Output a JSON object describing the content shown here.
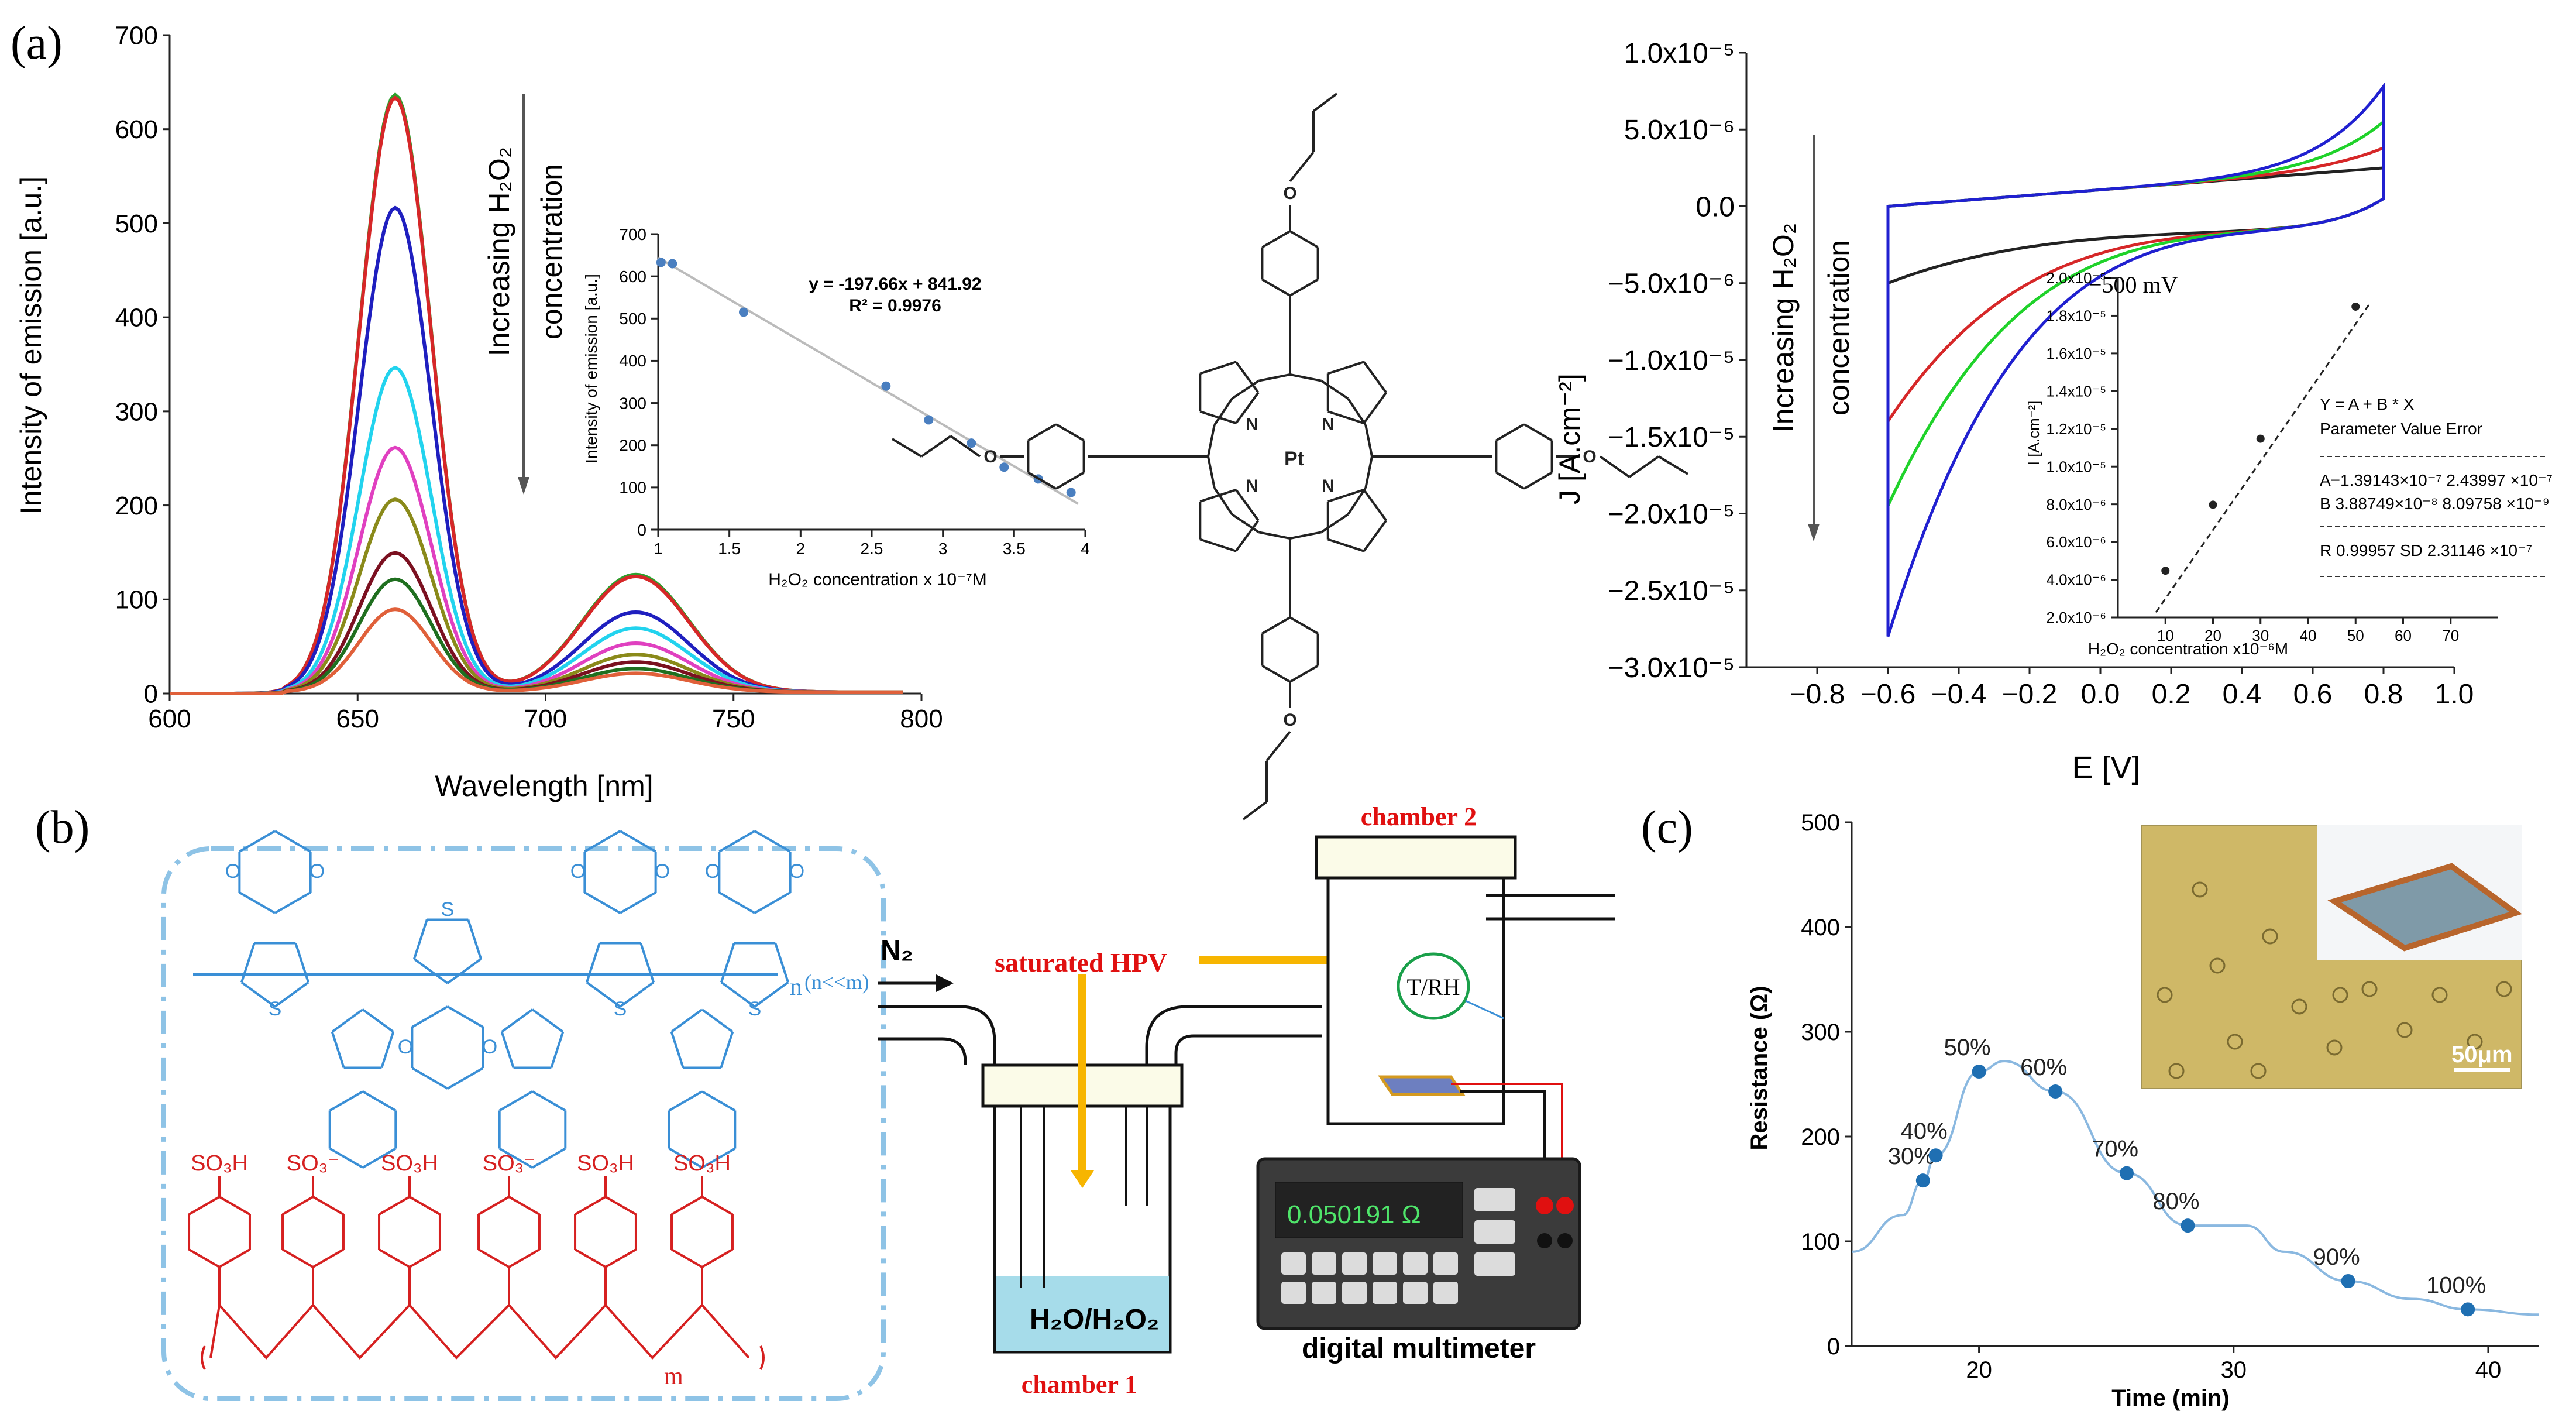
{
  "panel_labels": {
    "a": "(a)",
    "b": "(b)",
    "c": "(c)"
  },
  "colors": {
    "spectra": [
      "#2ca02c",
      "#d62728",
      "#1f1fbf",
      "#22d3ee",
      "#e040c0",
      "#8a8a1a",
      "#7b1020",
      "#1f6f1f",
      "#e0603a"
    ],
    "pedot": "#3a8fd6",
    "pss": "#d62020",
    "arrow": "#f7b500",
    "label_red": "#e01010",
    "cv": [
      "#222222",
      "#d62728",
      "#1fd22a",
      "#2020d0"
    ],
    "c_line": "#8ab8e0",
    "c_point": "#1f6fb2"
  },
  "chart_data": [
    {
      "type": "line",
      "id": "emission",
      "xlabel": "Wavelength [nm]",
      "ylabel": "Intensity of emission [a.u.]",
      "xlim": [
        600,
        800
      ],
      "ylim": [
        0,
        700
      ],
      "x_ticks": [
        "600",
        "650",
        "700",
        "750",
        "800"
      ],
      "y_ticks": [
        "0",
        "100",
        "200",
        "300",
        "400",
        "500",
        "600",
        "700"
      ],
      "annotation": {
        "main": "Increasing H₂O₂",
        "sub": "concentration"
      },
      "peaks": [
        {
          "peak1": 635,
          "peak2": 125
        },
        {
          "peak1": 632,
          "peak2": 123
        },
        {
          "peak1": 515,
          "peak2": 85
        },
        {
          "peak1": 345,
          "peak2": 68
        },
        {
          "peak1": 260,
          "peak2": 52
        },
        {
          "peak1": 205,
          "peak2": 40
        },
        {
          "peak1": 148,
          "peak2": 32
        },
        {
          "peak1": 120,
          "peak2": 25
        },
        {
          "peak1": 88,
          "peak2": 20
        }
      ]
    },
    {
      "type": "scatter",
      "id": "emission_inset",
      "xlabel": "H₂O₂ concentration x 10⁻⁷M",
      "ylabel": "Intensity of emission [a.u.]",
      "xlim": [
        1,
        4
      ],
      "ylim": [
        0,
        700
      ],
      "x_ticks": [
        "1",
        "1.5",
        "2",
        "2.5",
        "3",
        "3.5",
        "4"
      ],
      "y_ticks": [
        "0",
        "100",
        "200",
        "300",
        "400",
        "500",
        "600",
        "700"
      ],
      "equation": "y = -197.66x + 841.92",
      "r2": "R² = 0.9976",
      "x": [
        1.02,
        1.1,
        1.6,
        2.6,
        2.9,
        3.2,
        3.43,
        3.67,
        3.9
      ],
      "y": [
        633,
        630,
        515,
        340,
        260,
        205,
        148,
        120,
        88
      ]
    },
    {
      "type": "line",
      "id": "cv",
      "xlabel": "E [V]",
      "ylabel": "J [A.cm⁻²]",
      "xlim": [
        -1.0,
        1.0
      ],
      "ylim": [
        -3e-05,
        1e-05
      ],
      "x_ticks": [
        "−0.8",
        "−0.6",
        "−0.4",
        "−0.2",
        "0.0",
        "0.2",
        "0.4",
        "0.6",
        "0.8",
        "1.0"
      ],
      "y_ticks": [
        "1.0x10⁻⁵",
        "5.0x10⁻⁶",
        "0.0",
        "−5.0x10⁻⁶",
        "−1.0x10⁻⁵",
        "−1.5x10⁻⁵",
        "−2.0x10⁻⁵",
        "−2.5x10⁻⁵",
        "−3.0x10⁻⁵"
      ],
      "annotation": {
        "main": "Increasing H₂O₂",
        "sub": "concentration"
      }
    },
    {
      "type": "scatter",
      "id": "cv_inset",
      "title": "−500 mV",
      "xlabel": "H₂O₂ concentration x10⁻⁶M",
      "ylabel": "I [A.cm⁻²]",
      "x_ticks": [
        "10",
        "20",
        "30",
        "40",
        "50",
        "60",
        "70"
      ],
      "y_ticks": [
        "2.0x10⁻⁵",
        "1.8x10⁻⁵",
        "1.6x10⁻⁵",
        "1.4x10⁻⁵",
        "1.2x10⁻⁵",
        "1.0x10⁻⁵",
        "8.0x10⁻⁶",
        "6.0x10⁻⁶",
        "4.0x10⁻⁶",
        "2.0x10⁻⁶"
      ],
      "x": [
        10,
        20,
        30,
        50
      ],
      "fit_table": {
        "model": "Y = A + B * X",
        "header": "Parameter  Value   Error",
        "row_a": "A−1.39143×10⁻⁷ 2.43997 ×10⁻⁷",
        "row_b": "B  3.88749×10⁻⁸ 8.09758 ×10⁻⁹",
        "row_r": "R  0.99957   SD  2.31146 ×10⁻⁷"
      }
    },
    {
      "type": "line",
      "id": "resistance",
      "xlabel": "Time (min)",
      "ylabel": "Resistance (Ω)",
      "xlim": [
        15,
        42
      ],
      "ylim": [
        0,
        500
      ],
      "x_ticks": [
        "20",
        "30",
        "40"
      ],
      "y_ticks": [
        "0",
        "100",
        "200",
        "300",
        "400",
        "500"
      ],
      "points": [
        {
          "x": 17.8,
          "y": 158,
          "label": "30%"
        },
        {
          "x": 18.3,
          "y": 182,
          "label": "40%"
        },
        {
          "x": 20.0,
          "y": 262,
          "label": "50%"
        },
        {
          "x": 23.0,
          "y": 243,
          "label": "60%"
        },
        {
          "x": 25.8,
          "y": 165,
          "label": "70%"
        },
        {
          "x": 28.2,
          "y": 115,
          "label": "80%"
        },
        {
          "x": 34.5,
          "y": 62,
          "label": "90%"
        },
        {
          "x": 39.2,
          "y": 35,
          "label": "100%"
        }
      ],
      "scale_bar": "50μm"
    }
  ],
  "diagram": {
    "n_label": "n",
    "n_note": "(n<<m)",
    "m_label": "m",
    "so3h": "SO₃H",
    "so3minus": "SO₃⁻",
    "n2": "N₂",
    "saturated": "saturated HPV",
    "chamber1": "chamber 1",
    "chamber2": "chamber 2",
    "liquid": "H₂O/H₂O₂",
    "trh": "T/RH",
    "multimeter": "digital multimeter",
    "display": "0.050191 Ω",
    "pt_atom": "Pt",
    "n_atom": "N",
    "o_atom": "O",
    "s_atom": "S"
  }
}
